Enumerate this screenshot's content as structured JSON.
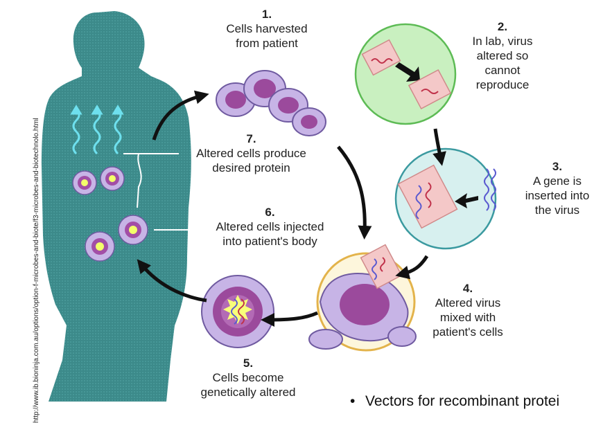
{
  "steps": [
    {
      "num": "1.",
      "text": [
        "Cells harvested",
        "from patient"
      ]
    },
    {
      "num": "2.",
      "text": [
        "In lab, virus",
        "altered so",
        "cannot",
        "reproduce"
      ]
    },
    {
      "num": "3.",
      "text": [
        "A gene is",
        "inserted into",
        "the virus"
      ]
    },
    {
      "num": "4.",
      "text": [
        "Altered virus",
        "mixed with",
        "patient's cells"
      ]
    },
    {
      "num": "5.",
      "text": [
        "Cells become",
        "genetically altered"
      ]
    },
    {
      "num": "6.",
      "text": [
        "Altered cells injected",
        "into patient's body"
      ]
    },
    {
      "num": "7.",
      "text": [
        "Altered cells produce",
        "desired protein"
      ]
    }
  ],
  "source_url": "http://www.ib.bioninja.com.au/options/option-f-microbes-and-biote/f3-microbes-and-biotechnolo.html",
  "bullet": "Vectors for recombinant protei",
  "colors": {
    "body": "#3f8f8f",
    "cell_fill": "#b9a6d8",
    "nucleus": "#8e3f8e",
    "arrow": "#111111",
    "virus_circle": "#c9f0c0",
    "virus_box": "#f4c8c8"
  }
}
